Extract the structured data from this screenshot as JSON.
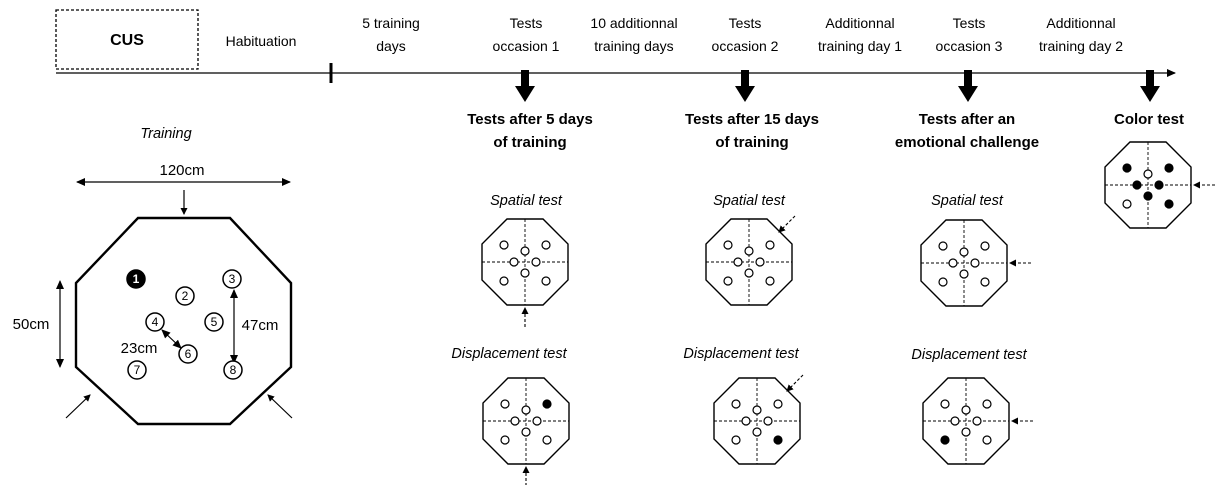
{
  "timeline": {
    "cus_label": "CUS",
    "habituation": "Habituation",
    "phases": [
      [
        "5 training",
        "days"
      ],
      [
        "Tests",
        "occasion 1"
      ],
      [
        "10 additionnal",
        "training days"
      ],
      [
        "Tests",
        "occasion 2"
      ],
      [
        "Additionnal",
        "training day 1"
      ],
      [
        "Tests",
        "occasion 3"
      ],
      [
        "Additionnal",
        "training day 2"
      ]
    ]
  },
  "test_groups": [
    {
      "heading": [
        "Tests after 5 days",
        "of training"
      ]
    },
    {
      "heading": [
        "Tests after 15 days",
        "of training"
      ]
    },
    {
      "heading": [
        "Tests after an",
        "emotional challenge"
      ]
    },
    {
      "heading": [
        "Color test"
      ]
    }
  ],
  "test_labels": {
    "spatial": "Spatial test",
    "displacement": "Displacement test"
  },
  "training": {
    "title": "Training",
    "width": "120cm",
    "side": "50cm",
    "diag": "47cm",
    "adjacent": "23cm",
    "wells": [
      "1",
      "2",
      "3",
      "4",
      "5",
      "6",
      "7",
      "8"
    ]
  },
  "colors": {
    "stroke": "#000000",
    "background": "#ffffff",
    "filled_well": "#000000"
  }
}
